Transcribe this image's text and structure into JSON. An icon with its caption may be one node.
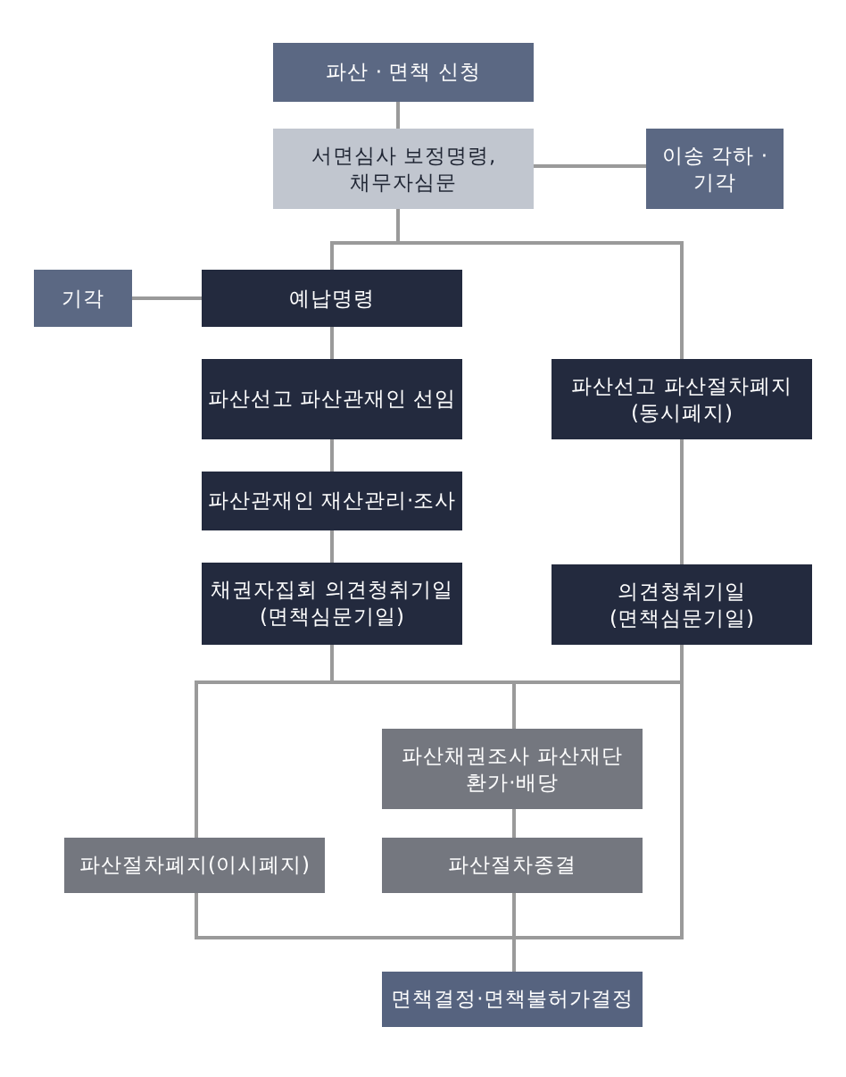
{
  "diagram": {
    "nodes": [
      {
        "text": [
          "파산 · 면책 신청"
        ]
      },
      {
        "text": [
          "서면심사 보정명령, 채무자심문"
        ]
      },
      {
        "text": [
          "이송 각하 · 기각"
        ]
      },
      {
        "text": [
          "기각"
        ]
      },
      {
        "text": [
          "예납명령"
        ]
      },
      {
        "text": [
          "파산선고 파산관재인 선임"
        ]
      },
      {
        "text": [
          "파산선고 파산절차폐지(동시폐지)"
        ]
      },
      {
        "text": [
          "파산관재인 재산관리·조사"
        ]
      },
      {
        "text": [
          "채권자집회 의견청취기일(면책심문기일)"
        ]
      },
      {
        "text": [
          "의견청취기일 (면책심문기일)"
        ]
      },
      {
        "text": [
          "파산채권조사 파산재단 환가·배당"
        ]
      },
      {
        "text": [
          "파산절차폐지(이시폐지)"
        ]
      },
      {
        "text": [
          "파산절차종결"
        ]
      },
      {
        "text": [
          "면책결정·면책불허가결정"
        ]
      }
    ],
    "edges": [
      {
        "from": 0,
        "to": 1,
        "arrow": "none"
      },
      {
        "from": 1,
        "to": 2,
        "arrow": "none"
      },
      {
        "from": 1,
        "to": 4,
        "arrow": "none"
      },
      {
        "from": 1,
        "to": 6,
        "arrow": "none"
      },
      {
        "from": 3,
        "to": 4,
        "arrow": "none"
      },
      {
        "from": 4,
        "to": 5,
        "arrow": "none"
      },
      {
        "from": 5,
        "to": 7,
        "arrow": "none"
      },
      {
        "from": 7,
        "to": 8,
        "arrow": "none"
      },
      {
        "from": 6,
        "to": 9,
        "arrow": "none"
      },
      {
        "from": 8,
        "to": 10,
        "arrow": "none"
      },
      {
        "from": 8,
        "to": 11,
        "arrow": "none"
      },
      {
        "from": 8,
        "to": 13,
        "arrow": "none"
      },
      {
        "from": 9,
        "to": 10,
        "arrow": "none"
      },
      {
        "from": 9,
        "to": 11,
        "arrow": "none"
      },
      {
        "from": 9,
        "to": 13,
        "arrow": "none"
      },
      {
        "from": 10,
        "to": 12,
        "arrow": "none"
      },
      {
        "from": 12,
        "to": 13,
        "arrow": "none"
      },
      {
        "from": 11,
        "to": 13,
        "arrow": "none"
      }
    ]
  }
}
